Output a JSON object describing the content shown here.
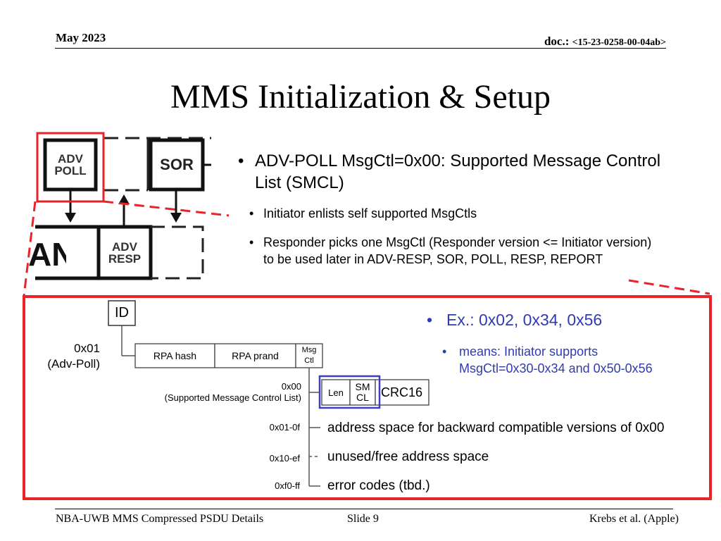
{
  "header": {
    "date": "May 2023",
    "doc_prefix": "doc.: ",
    "doc_number": "<15-23-0258-00-04ab>"
  },
  "title": "MMS Initialization & Setup",
  "diagram_top": {
    "adv_poll": [
      "ADV",
      "POLL"
    ],
    "sor": "SOR",
    "partial_an": "AN",
    "adv_resp": [
      "ADV",
      "RESP"
    ]
  },
  "bullets": {
    "main": [
      "ADV-POLL MsgCtl=0x00: Supported Message Control",
      "List (SMCL)"
    ],
    "sub1": "Initiator enlists self supported MsgCtls",
    "sub2": [
      "Responder picks one MsgCtl (Responder version <= Initiator version)",
      "to be used later in ADV-RESP, SOR, POLL, RESP, REPORT"
    ]
  },
  "frame": {
    "id_label": "ID",
    "id_value": "0x01",
    "id_name": "(Adv-Poll)",
    "fields": {
      "rpa_hash": "RPA hash",
      "rpa_prand": "RPA prand",
      "msg_ctl": [
        "Msg",
        "Ctl"
      ]
    },
    "sub_value": "0x00",
    "sub_name": "(Supported Message Control List)",
    "sub_fields": {
      "len": "Len",
      "smcl": [
        "SM",
        "CL"
      ],
      "crc": "CRC16"
    },
    "ranges": [
      {
        "code": "0x01-0f",
        "desc": "address space for backward compatible versions of 0x00"
      },
      {
        "code": "0x10-ef",
        "desc": "unused/free address space"
      },
      {
        "code": "0xf0-ff",
        "desc": "error codes (tbd.)"
      }
    ],
    "example": {
      "main": "Ex.: 0x02, 0x34, 0x56",
      "sub": [
        "means: Initiator supports",
        "MsgCtl=0x30-0x34 and 0x50-0x56"
      ]
    }
  },
  "footer": {
    "left": "NBA-UWB MMS Compressed PSDU Details",
    "center": "Slide 9",
    "right": "Krebs et al. (Apple)"
  },
  "colors": {
    "highlight_red": "#e8232a",
    "highlight_blue": "#3a3fc2",
    "example_blue": "#2f3bb0"
  }
}
